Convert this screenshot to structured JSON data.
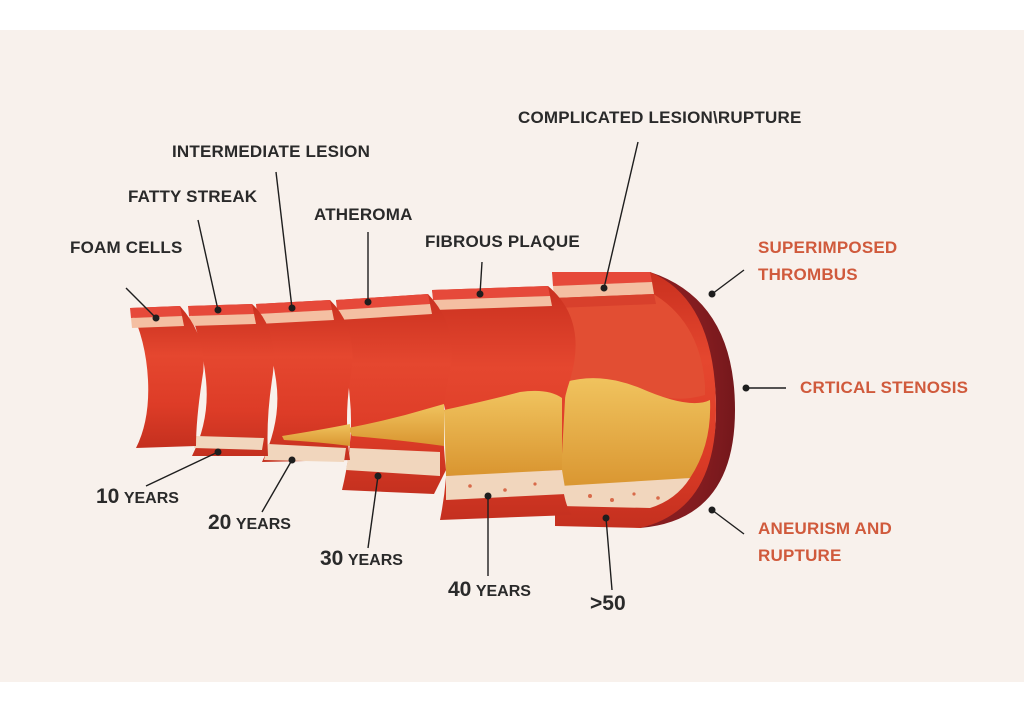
{
  "stage_labels": {
    "foam_cells": "FOAM CELLS",
    "fatty_streak": "FATTY STREAK",
    "intermediate_lesion": "INTERMEDIATE LESION",
    "atheroma": "ATHEROMA",
    "fibrous_plaque": "FIBROUS PLAQUE",
    "complicated_lesion": "COMPLICATED LESION\\RUPTURE"
  },
  "complications": {
    "superimposed_thrombus_line1": "SUPERIMPOSED",
    "superimposed_thrombus_line2": "THROMBUS",
    "critical_stenosis": "CRTICAL STENOSIS",
    "aneurism_line1": "ANEURISM AND",
    "aneurism_line2": "RUPTURE"
  },
  "ages": {
    "age1_num": "10",
    "age1_unit": "YEARS",
    "age2_num": "20",
    "age2_unit": "YEARS",
    "age3_num": "30",
    "age3_unit": "YEARS",
    "age4_num": "40",
    "age4_unit": "YEARS",
    "age5": ">50"
  },
  "colors": {
    "background": "#f8f1ec",
    "vessel_wall": "#e0402c",
    "vessel_dark": "#b8281c",
    "intima_stripe": "#f4bfa2",
    "plaque": "#e8ab48",
    "thrombus": "#8c1e22",
    "complication_text": "#d05a3c",
    "label_text": "#2a2a2a"
  }
}
